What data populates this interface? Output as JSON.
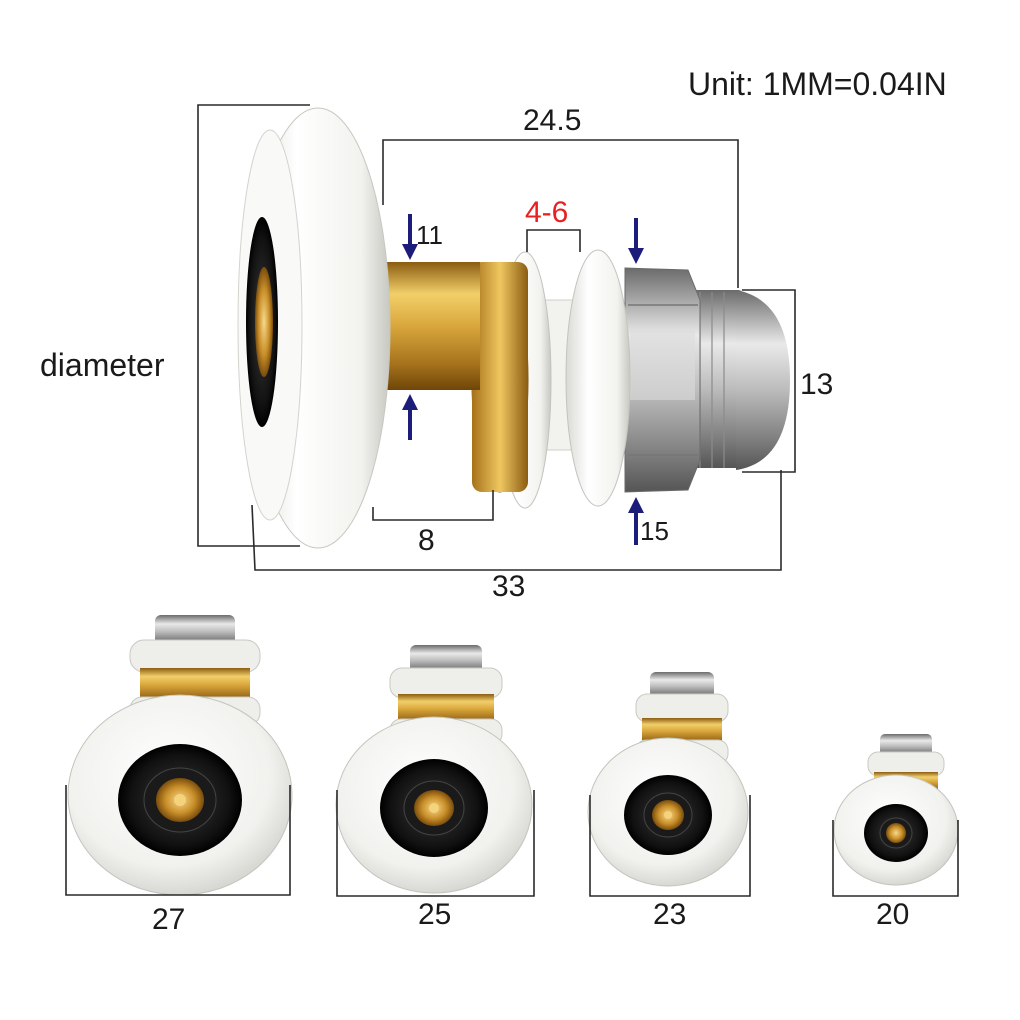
{
  "unit_note": "Unit: 1MM=0.04IN",
  "main_view": {
    "diameter_label": "diameter",
    "overall_length": "24.5",
    "total_length": "33",
    "shaft_diameter": "11",
    "glass_thickness": "4-6",
    "thread_length": "8",
    "cap_diameter": "13",
    "nut_size": "15"
  },
  "sizes": [
    "27",
    "25",
    "23",
    "20"
  ],
  "colors": {
    "accent_red": "#e8201f",
    "arrow_blue": "#1c1c7a",
    "brass": "#c9962e",
    "nylon_white": "#f3f3f0"
  }
}
